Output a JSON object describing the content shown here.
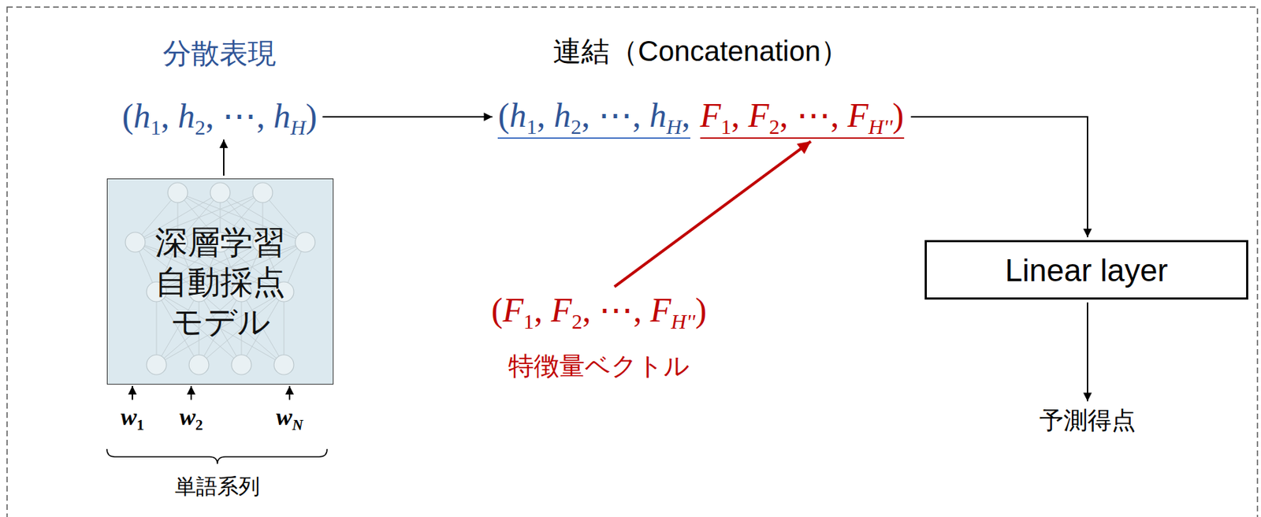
{
  "diagram": {
    "nodes": [
      {
        "text": [
          "分散表現",
          "(h1, h2, ⋯, hH)"
        ]
      },
      {
        "text": [
          "連結（Concatenation）",
          "(h1, h2, ⋯, hH,",
          "F1, F2, ⋯, FH'')"
        ]
      },
      {
        "text": [
          "深層学習 自動採点 モデル"
        ]
      },
      {
        "text": [
          "Linear layer"
        ]
      },
      {
        "text": [
          "(F1, F2, ⋯, FH'')",
          "特徴量ベクトル"
        ]
      },
      {
        "text": [
          "予測得点"
        ]
      },
      {
        "text": [
          "w1"
        ]
      },
      {
        "text": [
          "w2"
        ]
      },
      {
        "text": [
          "wN"
        ]
      }
    ],
    "edges": [
      {
        "from": 2,
        "to": 0,
        "arrow": "to"
      },
      {
        "from": 0,
        "to": 1,
        "arrow": "to"
      },
      {
        "from": 1,
        "to": 3,
        "arrow": "to"
      },
      {
        "from": 4,
        "to": 1,
        "arrow": "to"
      },
      {
        "from": 3,
        "to": 5,
        "arrow": "to"
      },
      {
        "from": 6,
        "to": 2,
        "arrow": "to"
      },
      {
        "from": 7,
        "to": 2,
        "arrow": "to"
      },
      {
        "from": 8,
        "to": 2,
        "arrow": "to"
      }
    ],
    "labels": [
      "単語系列"
    ]
  }
}
